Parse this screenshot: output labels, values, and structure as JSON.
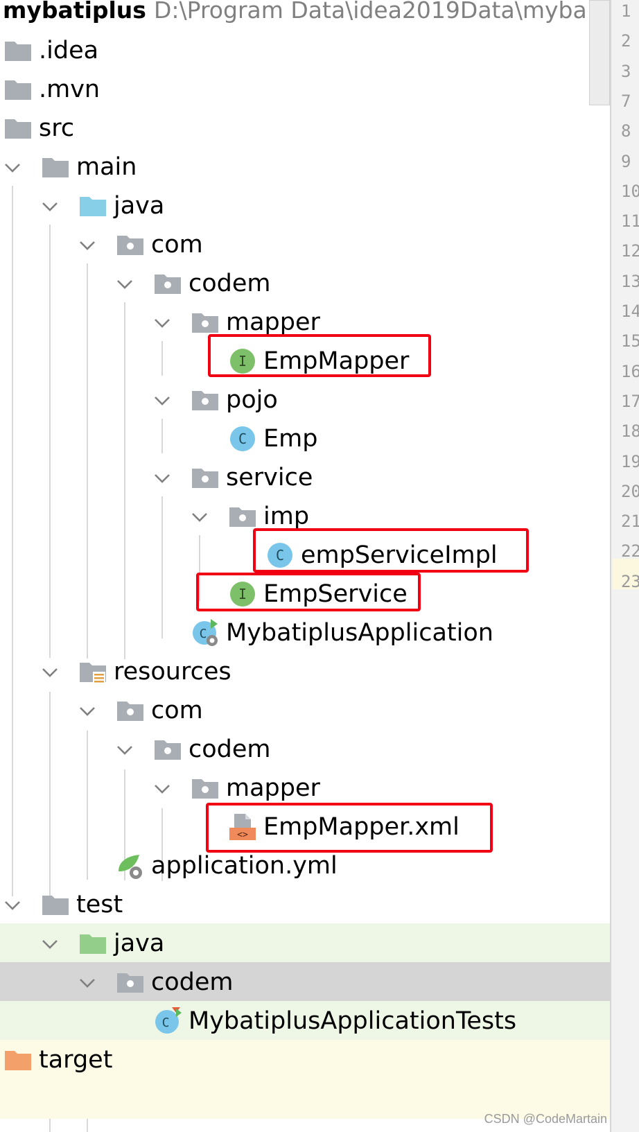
{
  "project": {
    "name": "mybatiplus",
    "path": "D:\\Program Data\\idea2019Data\\myba"
  },
  "tree": [
    {
      "label": ".idea"
    },
    {
      "label": ".mvn"
    },
    {
      "label": "src"
    },
    {
      "label": "main"
    },
    {
      "label": "java"
    },
    {
      "label": "com"
    },
    {
      "label": "codem"
    },
    {
      "label": "mapper"
    },
    {
      "label": "EmpMapper"
    },
    {
      "label": "pojo"
    },
    {
      "label": "Emp"
    },
    {
      "label": "service"
    },
    {
      "label": "imp"
    },
    {
      "label": "empServiceImpl"
    },
    {
      "label": "EmpService"
    },
    {
      "label": "MybatiplusApplication"
    },
    {
      "label": "resources"
    },
    {
      "label": "com"
    },
    {
      "label": "codem"
    },
    {
      "label": "mapper"
    },
    {
      "label": "EmpMapper.xml"
    },
    {
      "label": "application.yml"
    },
    {
      "label": "test"
    },
    {
      "label": "java"
    },
    {
      "label": "codem"
    },
    {
      "label": "MybatiplusApplicationTests"
    },
    {
      "label": "target"
    }
  ],
  "gutter_lines": [
    "1",
    "2",
    "3",
    "7",
    "8",
    "9",
    "10",
    "11",
    "12",
    "13",
    "14",
    "15",
    "16",
    "17",
    "18",
    "19",
    "20",
    "21",
    "22",
    "23"
  ],
  "watermark": "CSDN @CodeMartain",
  "colors": {
    "highlight_box": "#f00012",
    "folder_gray": "#a9aeb5",
    "source_folder_blue": "#86cfe6",
    "test_folder_green": "#93cf8a",
    "excluded_folder_orange": "#f3a06a",
    "interface_icon": "#7ec06a",
    "class_icon": "#79c6ea",
    "selected_row": "#d5d5d5",
    "test_row": "#eef6e6"
  }
}
